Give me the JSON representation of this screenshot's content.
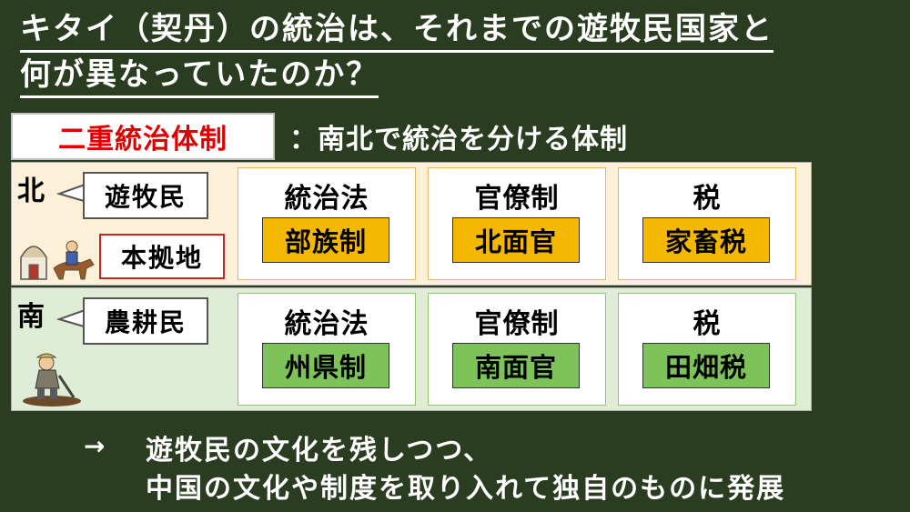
{
  "title": {
    "line1": "キタイ（契丹）の統治は、それまでの遊牧民国家と",
    "line2": "何が異なっていたのか？"
  },
  "system": {
    "name": "二重統治体制",
    "description": "：南北で統治を分ける体制"
  },
  "north": {
    "label": "北",
    "people": "遊牧民",
    "base": "本拠地",
    "columns": [
      {
        "header": "統治法",
        "value": "部族制"
      },
      {
        "header": "官僚制",
        "value": "北面官"
      },
      {
        "header": "税",
        "value": "家畜税"
      }
    ]
  },
  "south": {
    "label": "南",
    "people": "農耕民",
    "columns": [
      {
        "header": "統治法",
        "value": "州県制"
      },
      {
        "header": "官僚制",
        "value": "南面官"
      },
      {
        "header": "税",
        "value": "田畑税"
      }
    ]
  },
  "conclusion": {
    "arrow": "→",
    "line1": "遊牧民の文化を残しつつ、",
    "line2": "中国の文化や制度を取り入れて独自のものに発展"
  },
  "colors": {
    "background": "#2b3d20",
    "north_band": "#fdf0d8",
    "south_band": "#e0edd6",
    "north_value": "#f5b800",
    "south_value": "#7dc35a",
    "system_name": "#e00000"
  },
  "icons": {
    "north_illustration": "yurt-and-horse-rider-icon",
    "south_illustration": "farmer-icon"
  }
}
